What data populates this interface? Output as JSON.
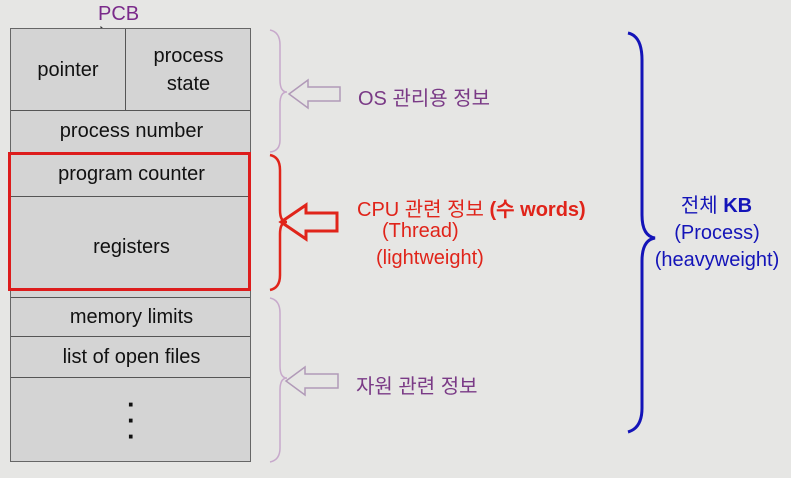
{
  "pcb": {
    "title": "PCB",
    "rows": {
      "pointer": "pointer",
      "process_state": "process\nstate",
      "process_number": "process number",
      "program_counter": "program counter",
      "registers": "registers",
      "memory_limits": "memory limits",
      "open_files": "list of open files",
      "ellipsis": "·\n·\n·"
    }
  },
  "annotations": {
    "os_info": "OS 관리용 정보",
    "cpu_info": "CPU 관련 정보",
    "cpu_words": "(수 words)",
    "thread": "(Thread)",
    "lightweight": "(lightweight)",
    "resource_info": "자원 관련 정보",
    "total_prefix": "전체 ",
    "total_kb": "KB",
    "process": "(Process)",
    "heavyweight": "(heavyweight)"
  },
  "colors": {
    "purple": "#7a3a86",
    "red": "#e0241a",
    "blue": "#1414b8",
    "bracket_light": "#c7a9cb"
  }
}
